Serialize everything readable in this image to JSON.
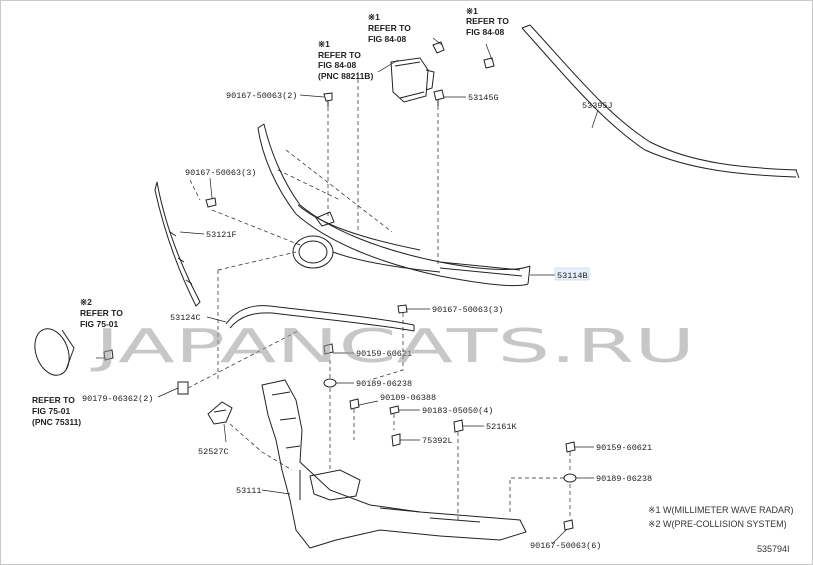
{
  "watermark": "JAPANCATS.RU",
  "diagram_id": "535794I",
  "legend": [
    "※1 W(MILLIMETER WAVE RADAR)",
    "※2 W(PRE-COLLISION SYSTEM)"
  ],
  "refer_notes": {
    "n1_line1": "※1",
    "n1_line2": "REFER TO",
    "n1_line3": "FIG 84-08",
    "n2_line1": "※1",
    "n2_line2": "REFER TO",
    "n2_line3": "FIG 84-08",
    "n3_line1": "※1",
    "n3_line2": "REFER TO",
    "n3_line3": "FIG 84-08",
    "n3_line4": "(PNC 88211B)",
    "n4_line1": "※2",
    "n4_line2": "REFER TO",
    "n4_line3": "FIG 75-01",
    "n5_line1": "REFER TO",
    "n5_line2": "FIG 75-01",
    "n5_line3": "(PNC 75311)"
  },
  "part_labels": {
    "p_90167_2": "90167-50063(2)",
    "p_53145G": "53145G",
    "p_53395J": "53395J",
    "p_90167_3a": "90167-50063(3)",
    "p_53121F": "53121F",
    "p_53114B": "53114B",
    "p_53124C": "53124C",
    "p_90167_3b": "90167-50063(3)",
    "p_90159_a": "90159-60621",
    "p_90189_a": "90189-06238",
    "p_90179": "90179-06362(2)",
    "p_90109": "90109-06388",
    "p_90183": "90183-05050(4)",
    "p_75392L": "75392L",
    "p_52161K": "52161K",
    "p_52527C": "52527C",
    "p_90159_b": "90159-60621",
    "p_90189_b": "90189-06238",
    "p_53111": "53111",
    "p_90167_6": "90167-50063(6)"
  }
}
